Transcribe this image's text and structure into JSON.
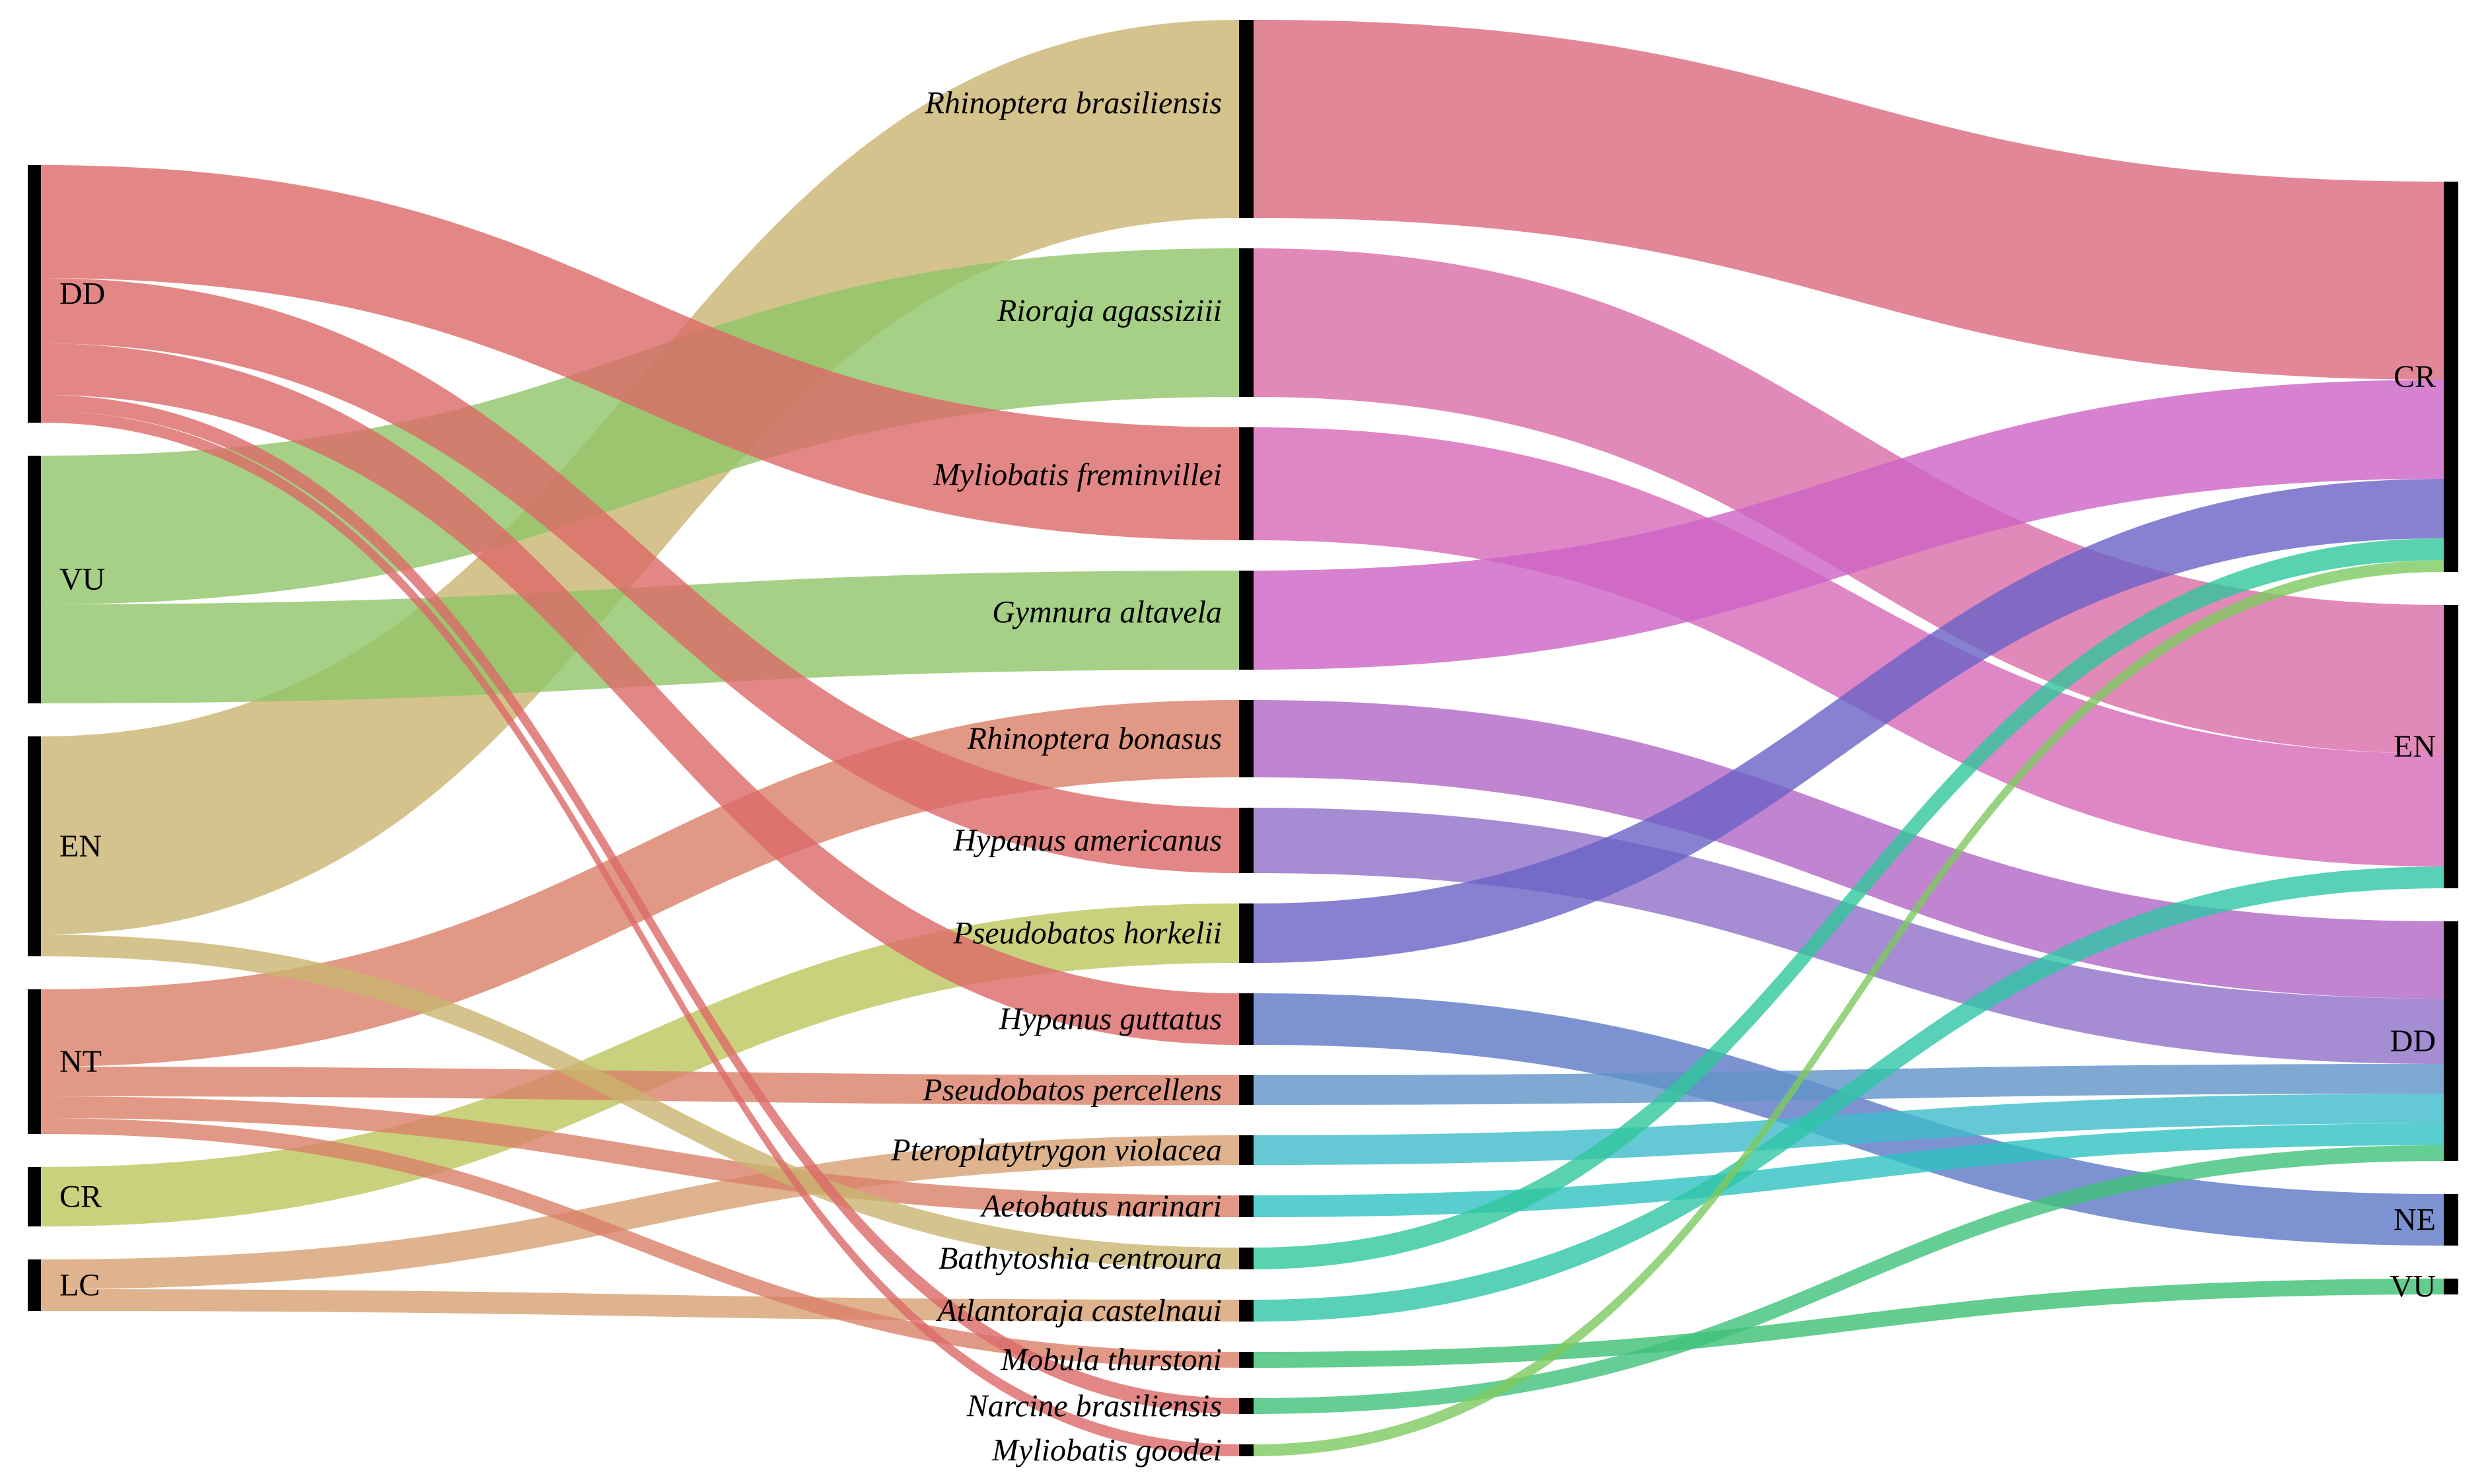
{
  "chart_data": {
    "type": "sankey",
    "title": "",
    "left_nodes": [
      {
        "id": "DD",
        "label": "DD"
      },
      {
        "id": "VU",
        "label": "VU"
      },
      {
        "id": "EN",
        "label": "EN"
      },
      {
        "id": "NT",
        "label": "NT"
      },
      {
        "id": "CR",
        "label": "CR"
      },
      {
        "id": "LC",
        "label": "LC"
      }
    ],
    "species": [
      {
        "name": "Rhinoptera brasiliensis",
        "weight": 10,
        "left": "EN",
        "right": "CR",
        "color": "#c9b46f",
        "color_right": "#d9697e"
      },
      {
        "name": "Rioraja agassiziii",
        "weight": 7.5,
        "left": "VU",
        "right": "EN",
        "color": "#8fc466",
        "color_right": "#da6ba8"
      },
      {
        "name": "Myliobatis freminvillei",
        "weight": 5.7,
        "left": "DD",
        "right": "EN",
        "color": "#dc6968",
        "color_right": "#d768b9"
      },
      {
        "name": "Gymnura altavela",
        "weight": 5,
        "left": "VU",
        "right": "CR",
        "color": "#8fc466",
        "color_right": "#cc63c6"
      },
      {
        "name": "Rhinoptera bonasus",
        "weight": 3.9,
        "left": "NT",
        "right": "DD",
        "color": "#d98068",
        "color_right": "#b065c4"
      },
      {
        "name": "Hypanus americanus",
        "weight": 3.3,
        "left": "DD",
        "right": "DD",
        "color": "#dc6968",
        "color_right": "#8e6fc8"
      },
      {
        "name": "Pseudobatos horkelii",
        "weight": 3,
        "left": "CR",
        "right": "CR",
        "color": "#bdc65c",
        "color_right": "#6a62c6"
      },
      {
        "name": "Hypanus guttatus",
        "weight": 2.6,
        "left": "DD",
        "right": "NE",
        "color": "#dc6968",
        "color_right": "#5c78c6"
      },
      {
        "name": "Pseudobatos percellens",
        "weight": 1.5,
        "left": "NT",
        "right": "DD",
        "color": "#d98068",
        "color_right": "#5f94c8"
      },
      {
        "name": "Pteroplatytrygon violacea",
        "weight": 1.5,
        "left": "LC",
        "right": "DD",
        "color": "#d6a070",
        "color_right": "#3fbccb"
      },
      {
        "name": "Aetobatus narinari",
        "weight": 1.1,
        "left": "NT",
        "right": "DD",
        "color": "#d98068",
        "color_right": "#2fc2c2"
      },
      {
        "name": "Bathytoshia centroura",
        "weight": 1.1,
        "left": "EN",
        "right": "CR",
        "color": "#c9b46f",
        "color_right": "#2fc79b"
      },
      {
        "name": "Atlantoraja castelnaui",
        "weight": 1.1,
        "left": "LC",
        "right": "EN",
        "color": "#d6a070",
        "color_right": "#2ec6a6"
      },
      {
        "name": "Mobula thurstoni",
        "weight": 0.8,
        "left": "NT",
        "right": "VU",
        "color": "#d98068",
        "color_right": "#3cbf73"
      },
      {
        "name": "Narcine brasiliensis",
        "weight": 0.8,
        "left": "DD",
        "right": "DD",
        "color": "#dc6968",
        "color_right": "#3fc27a"
      },
      {
        "name": "Myliobatis goodei",
        "weight": 0.6,
        "left": "DD",
        "right": "CR",
        "color": "#dc6968",
        "color_right": "#7dc95f"
      }
    ],
    "right_nodes": [
      {
        "id": "CR",
        "label": "CR"
      },
      {
        "id": "EN",
        "label": "EN"
      },
      {
        "id": "DD",
        "label": "DD"
      },
      {
        "id": "NE",
        "label": "NE"
      },
      {
        "id": "VU",
        "label": "VU"
      }
    ]
  }
}
